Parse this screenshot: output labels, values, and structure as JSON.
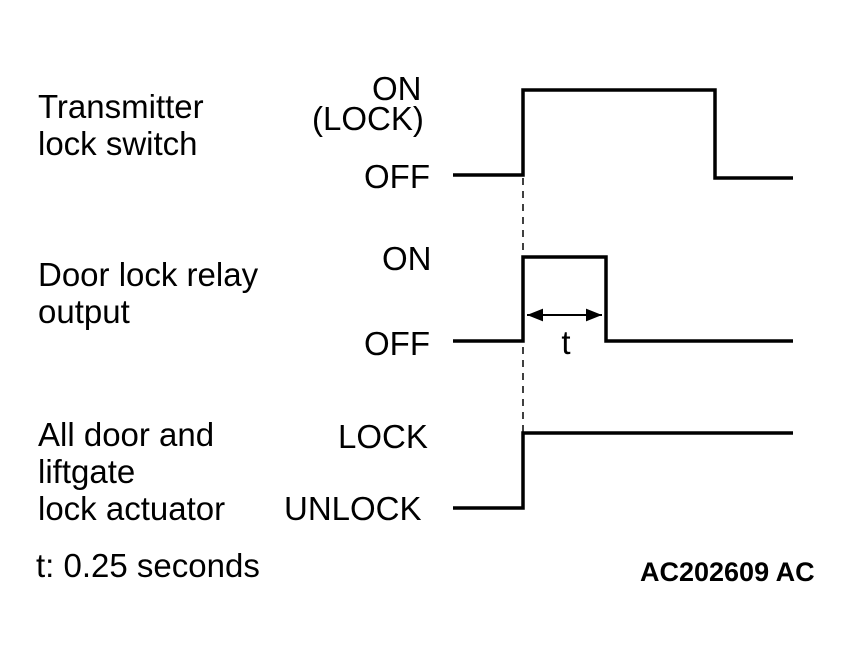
{
  "signals": [
    {
      "name": "Transmitter\nlock switch",
      "high_label": "ON",
      "high_sublabel": "(LOCK)",
      "low_label": "OFF"
    },
    {
      "name": "Door lock relay\noutput",
      "high_label": "ON",
      "low_label": "OFF",
      "pulse_label": "t"
    },
    {
      "name": "All door and\nliftgate\nlock actuator",
      "high_label": "LOCK",
      "low_label": "UNLOCK"
    }
  ],
  "note": "t: 0.25 seconds",
  "figure_id": "AC202609 AC",
  "colors": {
    "line": "#000000",
    "background": "#ffffff"
  }
}
